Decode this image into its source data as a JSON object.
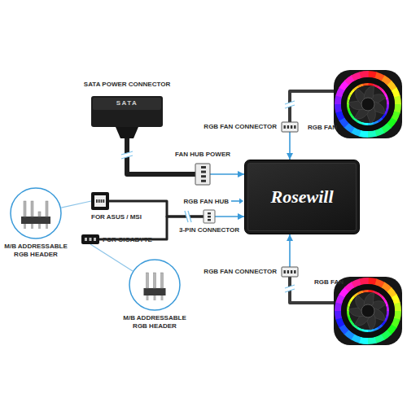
{
  "diagram": {
    "nodes": [
      {
        "text": [
          "SATA POWER CONNECTOR",
          "SATA"
        ]
      },
      {
        "text": [
          "RGB FAN CONNECTOR"
        ]
      },
      {
        "text": [
          "RGB FAN"
        ]
      },
      {
        "text": [
          "FAN HUB POWER"
        ]
      },
      {
        "text": [
          "RGB FAN HUB",
          "Rosewill"
        ]
      },
      {
        "text": [
          "M/B ADDRESSABLE RGB HEADER"
        ]
      },
      {
        "text": [
          "FOR ASUS / MSI"
        ]
      },
      {
        "text": [
          "3-PIN CONNECTOR"
        ]
      },
      {
        "text": [
          "FOR GIGABYTE"
        ]
      },
      {
        "text": [
          "RGB FAN CONNECTOR"
        ]
      },
      {
        "text": [
          "M/B ADDRESSABLE RGB HEADER"
        ]
      },
      {
        "text": [
          "RGB FAN"
        ]
      }
    ],
    "edges": [
      {
        "from": 0,
        "to": 3,
        "arrow": "none"
      },
      {
        "from": 1,
        "to": 4,
        "arrow": "to"
      },
      {
        "from": 1,
        "to": 2,
        "arrow": "none"
      },
      {
        "from": 3,
        "to": 4,
        "arrow": "to"
      },
      {
        "from": 6,
        "to": 5,
        "arrow": "none"
      },
      {
        "from": 6,
        "to": 7,
        "arrow": "none"
      },
      {
        "from": 7,
        "to": 4,
        "arrow": "to"
      },
      {
        "from": 8,
        "to": 7,
        "arrow": "none"
      },
      {
        "from": 8,
        "to": 10,
        "arrow": "none"
      },
      {
        "from": 9,
        "to": 4,
        "arrow": "to"
      },
      {
        "from": 9,
        "to": 11,
        "arrow": "none"
      }
    ]
  }
}
